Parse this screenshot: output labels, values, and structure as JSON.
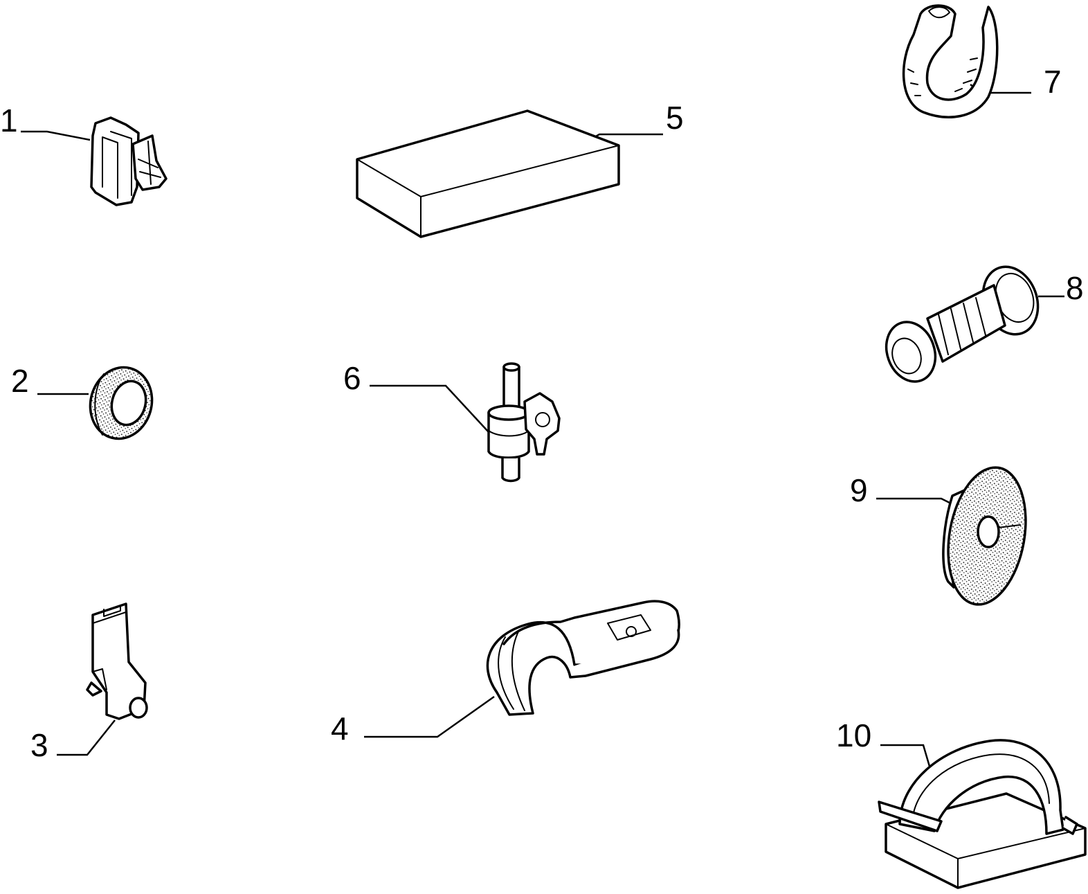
{
  "diagram": {
    "line_color": "#000000",
    "background_color": "#ffffff",
    "parts": [
      {
        "id": "part-1",
        "callout": "1",
        "icon": "cable-clip-icon"
      },
      {
        "id": "part-2",
        "callout": "2",
        "icon": "grommet-ring-icon"
      },
      {
        "id": "part-3",
        "callout": "3",
        "icon": "bracket-pin-icon"
      },
      {
        "id": "part-4",
        "callout": "4",
        "icon": "pipe-clamp-icon"
      },
      {
        "id": "part-5",
        "callout": "5",
        "icon": "foam-pad-icon"
      },
      {
        "id": "part-6",
        "callout": "6",
        "icon": "pin-clip-icon"
      },
      {
        "id": "part-7",
        "callout": "7",
        "icon": "cable-tie-icon"
      },
      {
        "id": "part-8",
        "callout": "8",
        "icon": "ribbed-plug-icon"
      },
      {
        "id": "part-9",
        "callout": "9",
        "icon": "oval-grommet-icon"
      },
      {
        "id": "part-10",
        "callout": "10",
        "icon": "adhesive-cable-mount-icon"
      }
    ]
  }
}
